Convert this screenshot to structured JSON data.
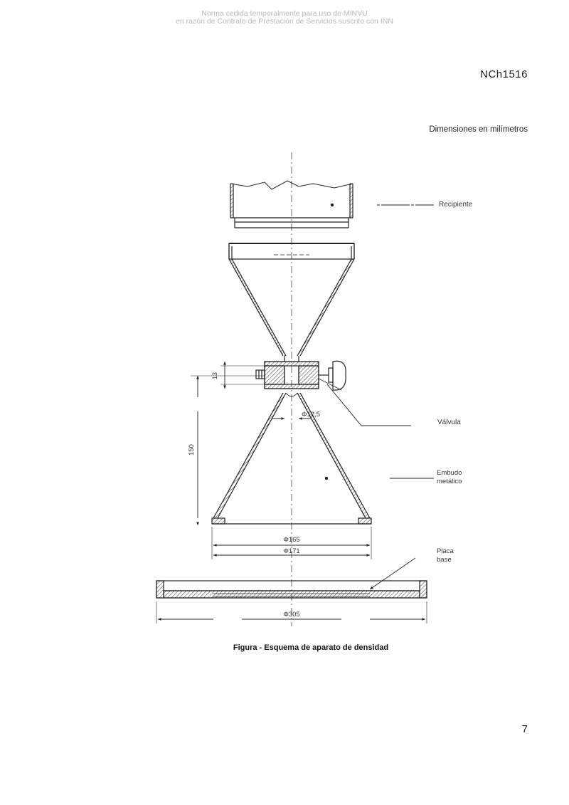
{
  "watermark": {
    "line1": "Norma cedida temporalmente para uso de MINVU",
    "line2": "en razón de Contrato de Prestación de Servicios suscrito con INN"
  },
  "header": {
    "doc_code": "NCh1516"
  },
  "units_note": "Dimensiones en milímetros",
  "figure": {
    "caption": "Figura - Esquema de aparato de densidad",
    "labels": {
      "recipiente": "Recipiente",
      "valvula": "Válvula",
      "embudo_line1": "Embudo",
      "embudo_line2": "metálico",
      "placa_line1": "Placa",
      "placa_line2": "base"
    },
    "dimensions": {
      "valve_height": "13",
      "funnel_height": "150",
      "orifice": "Φ12,5",
      "inner_diameter": "Φ165",
      "outer_diameter": "Φ171",
      "plate_diameter": "Φ305"
    }
  },
  "page_number": "7"
}
